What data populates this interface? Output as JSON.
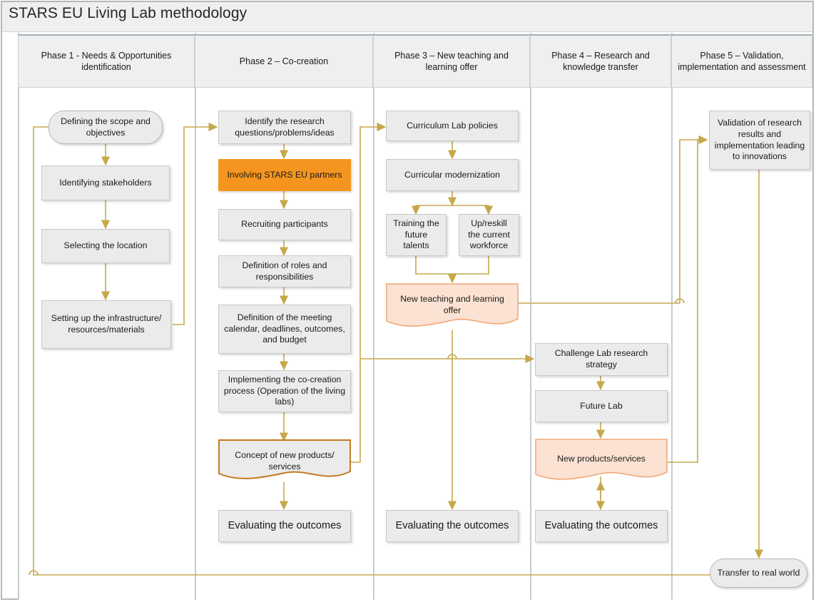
{
  "title": "STARS EU Living Lab methodology",
  "colors": {
    "accent_orange": "#F5951F",
    "document_peach": "#FCE2D2",
    "document_peach_border": "#F0A878",
    "node_gray": "#EBEBEB",
    "connector": "#C6A84B",
    "lane_border": "#C4CDD1",
    "header_fill": "#EFEFEF"
  },
  "lanes": [
    {
      "id": "phase1",
      "label": "Phase 1 - Needs & Opportunities identification"
    },
    {
      "id": "phase2",
      "label": "Phase 2 – Co-creation"
    },
    {
      "id": "phase3",
      "label": "Phase 3 – New teaching and learning offer"
    },
    {
      "id": "phase4",
      "label": "Phase 4 – Research and knowledge transfer"
    },
    {
      "id": "phase5",
      "label": "Phase 5 – Validation, implementation and assessment"
    }
  ],
  "nodes": {
    "p1_scope": "Defining the scope and objectives",
    "p1_stakeholders": "Identifying stakeholders",
    "p1_location": "Selecting the location",
    "p1_infrastructure": "Setting up the infrastructure/ resources/materials",
    "p2_questions": "Identify the research questions/problems/ideas",
    "p2_partners": "Involving STARS EU partners",
    "p2_recruiting": "Recruiting participants",
    "p2_roles": "Definition of roles and responsibilities",
    "p2_calendar": "Definition of the meeting calendar, deadlines, outcomes, and budget",
    "p2_implementing": "Implementing the co-creation process (Operation of the living labs)",
    "p2_concept": "Concept of new products/ services",
    "p2_evaluating": "Evaluating the outcomes",
    "p3_policies": "Curriculum Lab policies",
    "p3_modernization": "Curricular modernization",
    "p3_training": "Training the future talents",
    "p3_upreskill": "Up/reskill the current workforce",
    "p3_newoffer": "New teaching and learning offer",
    "p3_evaluating": "Evaluating the outcomes",
    "p4_challenge": "Challenge Lab research strategy",
    "p4_futurelab": "Future Lab",
    "p4_newproducts": "New products/services",
    "p4_evaluating": "Evaluating the outcomes",
    "p5_validation": "Validation of research results and implementation leading to innovations",
    "p5_transfer": "Transfer to real world"
  }
}
